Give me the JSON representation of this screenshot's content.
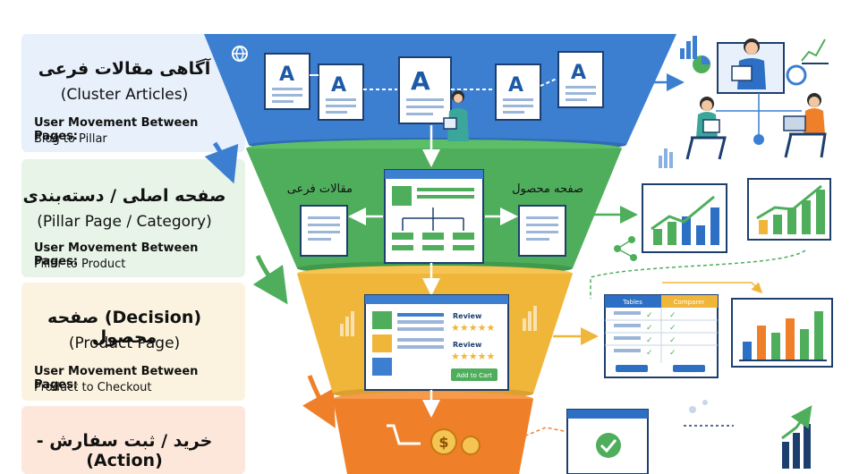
{
  "stages": [
    {
      "title_fa": "آگاهی مقالات فرعی",
      "title_en": "(Cluster Articles)",
      "movement_label": "User Movement Between Pages:",
      "movement": "Blog to Pillar"
    },
    {
      "title_fa": "صفحه اصلی / دسته‌بندی",
      "title_en": "(Pillar Page / Category)",
      "movement_label": "User Movement Between Pages:",
      "movement": "Pillar to Product"
    },
    {
      "title_fa": "(Decision) صفحه محصول",
      "title_en": "(Product Page)",
      "movement_label": "User Movement Between Pages:",
      "movement": "Product to Checkout"
    },
    {
      "title_fa": "خرید / ثبت سفارش - (Action)"
    }
  ],
  "funnel": {
    "left_label": "مقالات فرعی",
    "right_label": "صفحه محصول",
    "review_1": "Review",
    "review_2": "Review",
    "add_to_cart": "Add to Cart"
  },
  "comparison": {
    "col_1": "Tables",
    "col_2": "Comparer"
  },
  "colors": {
    "blue": "#3c7fd0",
    "green": "#4fae5c",
    "yellow": "#f0b63a",
    "orange": "#f07f2a",
    "panel_blue": "#e7f0fb",
    "panel_green": "#e8f4e8",
    "panel_yellow": "#fbf3e0",
    "panel_orange": "#fde7da"
  }
}
